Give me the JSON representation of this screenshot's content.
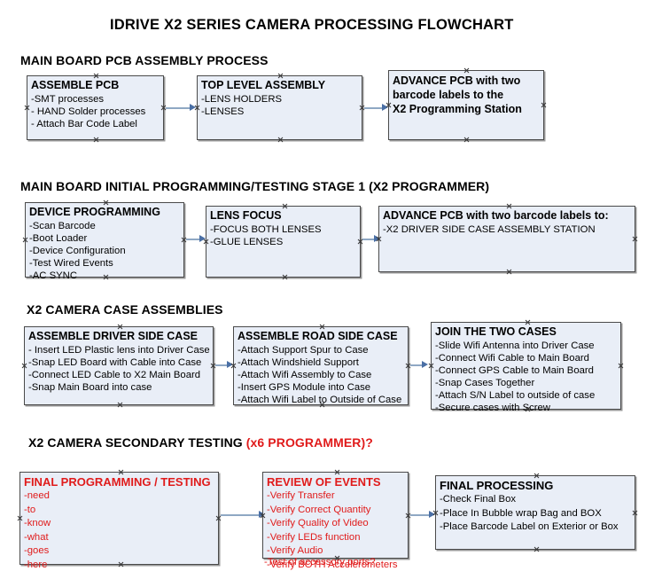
{
  "document": {
    "title": "IDRIVE X2  SERIES CAMERA PROCESSING FLOWCHART"
  },
  "sections": [
    {
      "id": "main-board-pcb-assembly",
      "heading": "MAIN BOARD PCB ASSEMBLY PROCESS",
      "heading_accent": ""
    },
    {
      "id": "main-board-initial-programming",
      "heading": "MAIN BOARD INITIAL PROGRAMMING/TESTING STAGE 1 (X2 PROGRAMMER)",
      "heading_accent": ""
    },
    {
      "id": "x2-camera-case-assemblies",
      "heading": "X2 CAMERA CASE ASSEMBLIES",
      "heading_accent": ""
    },
    {
      "id": "x2-camera-secondary-testing",
      "heading": "X2 CAMERA SECONDARY TESTING ",
      "heading_accent": "(x6 PROGRAMMER)?"
    }
  ],
  "boxes": {
    "assemble_pcb": {
      "title": "ASSEMBLE PCB",
      "lines": [
        "-SMT processes",
        "- HAND Solder processes",
        "- Attach Bar Code Label"
      ]
    },
    "top_level_assembly": {
      "title": "TOP LEVEL ASSEMBLY",
      "lines": [
        "-LENS HOLDERS",
        "-LENSES"
      ]
    },
    "advance_pcb_station": {
      "lines": [
        "ADVANCE PCB with two",
        "barcode labels to the",
        " X2 Programming Station"
      ]
    },
    "device_programming": {
      "title": "DEVICE PROGRAMMING",
      "lines": [
        "-Scan Barcode",
        "-Boot Loader",
        "-Device Configuration",
        "-Test Wired Events",
        "-AC SYNC"
      ]
    },
    "lens_focus": {
      "title": "LENS FOCUS",
      "lines": [
        "-FOCUS BOTH LENSES",
        "-GLUE LENSES"
      ]
    },
    "advance_pcb_driver_side": {
      "title": "ADVANCE PCB with two barcode labels to:",
      "lines": [
        "-X2 DRIVER  SIDE  CASE  ASSEMBLY STATION"
      ]
    },
    "assemble_driver_side_case": {
      "title": "ASSEMBLE DRIVER SIDE CASE",
      "lines": [
        "- Insert LED Plastic lens into Driver Case",
        "-Snap LED Board with Cable into Case",
        "-Connect LED Cable to X2 Main Board",
        "-Snap Main Board into case"
      ]
    },
    "assemble_road_side_case": {
      "title": "ASSEMBLE ROAD SIDE CASE",
      "lines": [
        "-Attach Support Spur to Case",
        "-Attach Windshield Support",
        "-Attach Wifi Assembly to Case",
        "-Insert GPS Module into Case",
        "-Attach Wifi Label to Outside of Case"
      ]
    },
    "join_the_two_cases": {
      "title": "JOIN THE TWO CASES",
      "lines": [
        "-Slide Wifi Antenna into Driver Case",
        "-Connect Wifi Cable to Main Board",
        "-Connect GPS Cable to Main Board",
        "-Snap Cases Together",
        "-Attach S/N Label to outside of case",
        "-Secure cases with Screw"
      ]
    },
    "final_programming_testing": {
      "title": "FINAL PROGRAMMING / TESTING",
      "lines": [
        "-need",
        "-to",
        "-know",
        "-what",
        "-goes",
        "-here"
      ]
    },
    "review_of_events": {
      "title": "REVIEW OF EVENTS",
      "lines": [
        "-Verify Transfer",
        "-Verify Correct Quantity",
        "-Verify Quality of Video",
        "-Verify LEDs function",
        "-Verify Audio",
        "-Verify BOTH Accelerometers"
      ],
      "overflow_line": "-Test of accessory ports?"
    },
    "final_processing": {
      "title": "FINAL PROCESSING",
      "lines": [
        " -Check Final Box",
        "-Place In Bubble wrap Bag and BOX",
        "-Place Barcode Label on Exterior or Box"
      ]
    }
  },
  "colors": {
    "box_fill": "#e9eef7",
    "box_border": "#4a4a4a",
    "accent_red": "#e01b1b",
    "connector_line": "#8fa8c4",
    "connector_arrow": "#4a6fa5"
  }
}
